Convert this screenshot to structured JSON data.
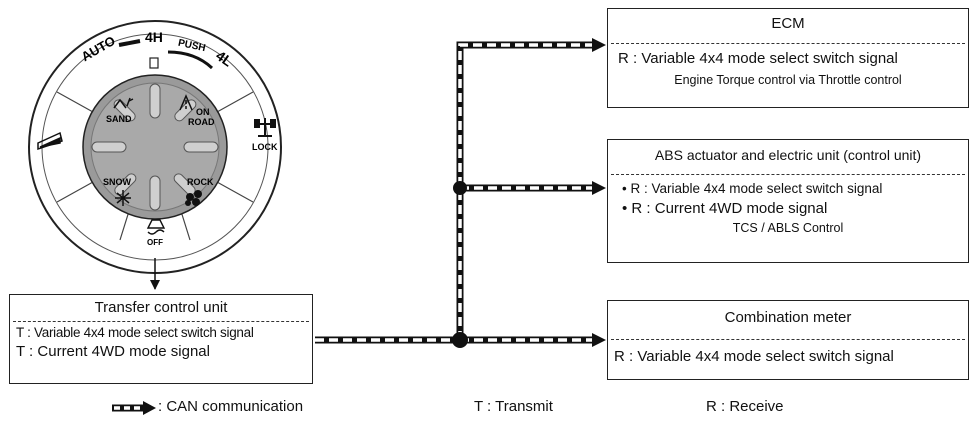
{
  "switch": {
    "arc_auto": "AUTO",
    "arc_4h": "4H",
    "arc_push": "PUSH",
    "arc_4l": "4L",
    "mode_sand": "SAND",
    "mode_on_road": "ON\nROAD",
    "mode_on": "ON",
    "mode_road": "ROAD",
    "mode_snow": "SNOW",
    "mode_rock": "ROCK",
    "lock": "LOCK",
    "off": "OFF"
  },
  "transfer": {
    "title": "Transfer control unit",
    "line1": "T : Variable 4x4 mode select switch signal",
    "line2": "T : Current 4WD mode signal"
  },
  "ecm": {
    "title": "ECM",
    "line1": "R : Variable 4x4 mode select switch signal",
    "line2": "Engine Torque control via Throttle control"
  },
  "abs": {
    "title": "ABS actuator and electric unit (control unit)",
    "line1": "• R : Variable 4x4 mode select switch signal",
    "line2": "• R : Current 4WD mode signal",
    "line3": "TCS / ABLS Control"
  },
  "combination": {
    "title": "Combination meter",
    "line1": "R : Variable 4x4 mode select switch signal"
  },
  "legend": {
    "can": ": CAN communication",
    "transmit": "T : Transmit",
    "receive": "R : Receive"
  }
}
